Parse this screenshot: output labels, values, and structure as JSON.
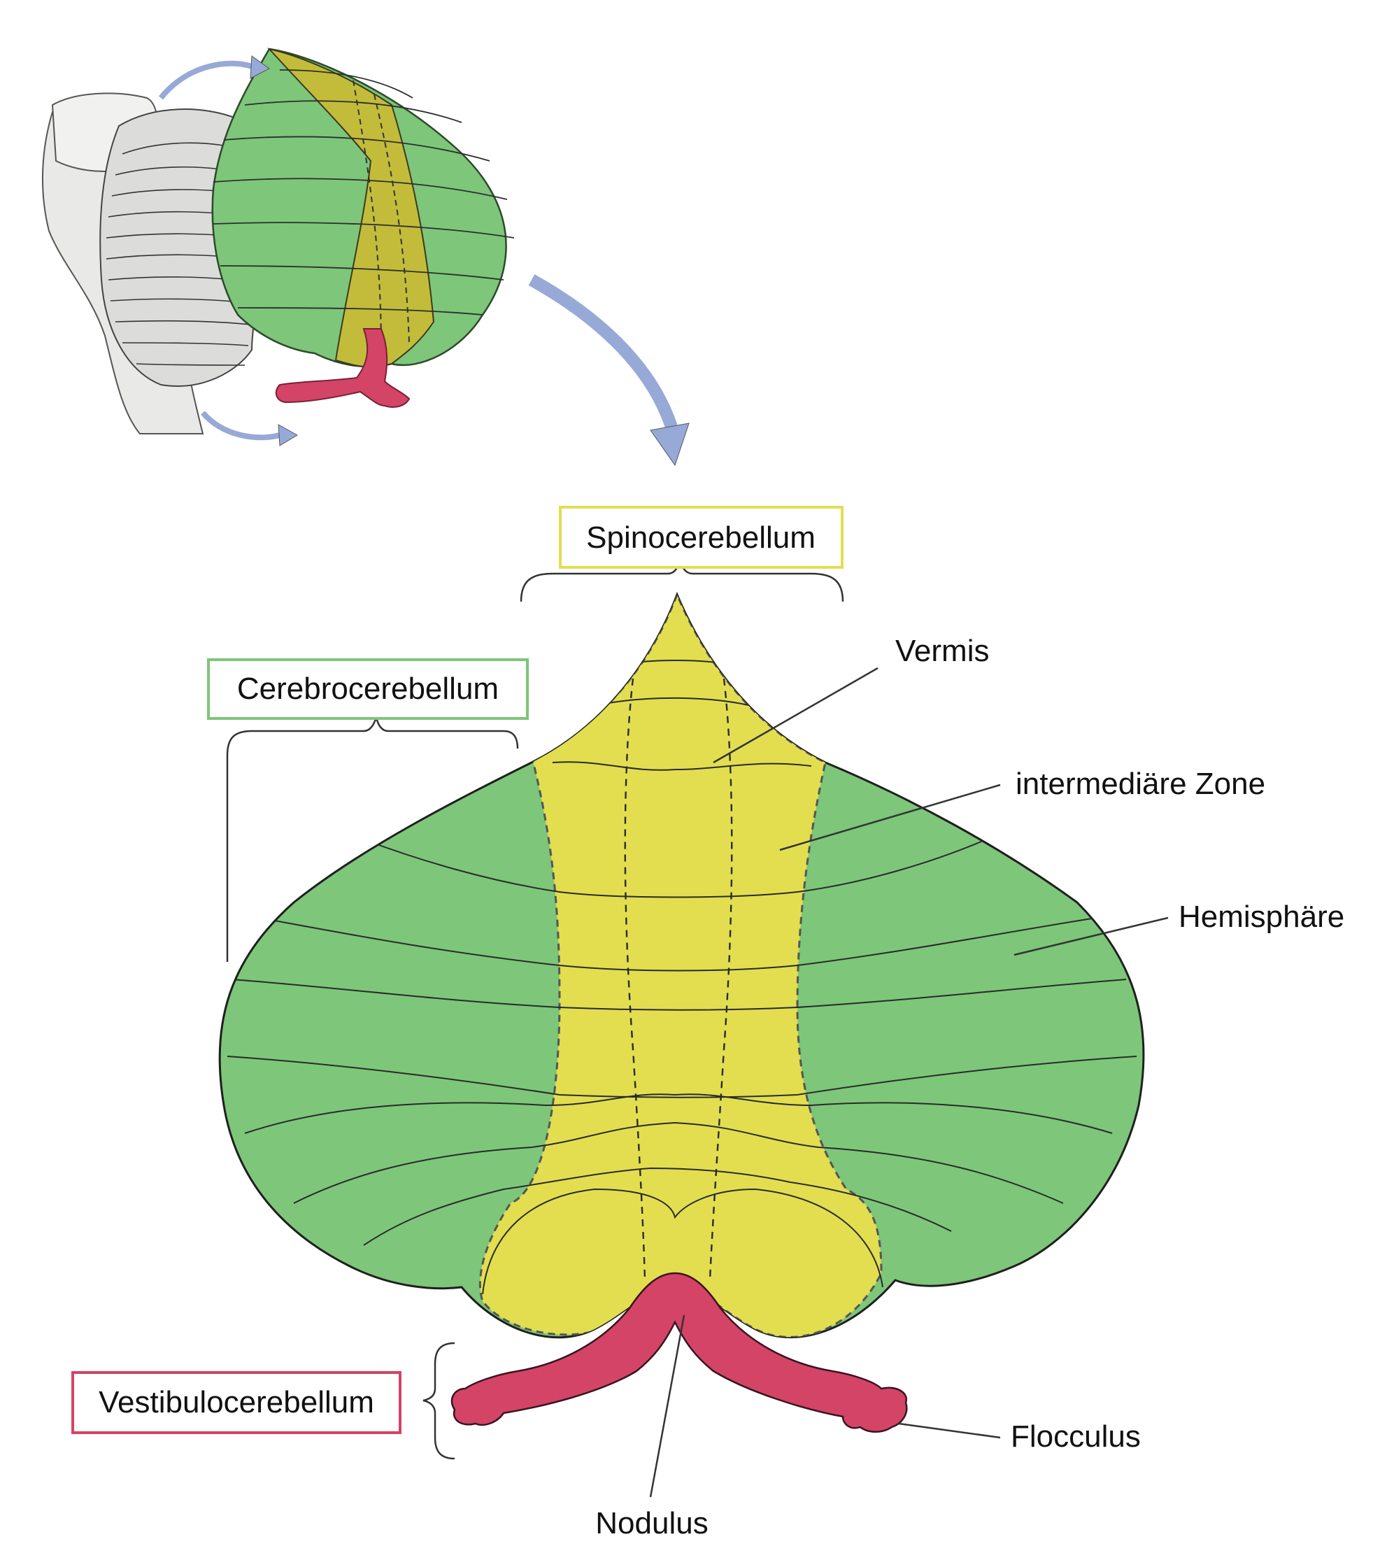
{
  "labels": {
    "spinocerebellum": "Spinocerebellum",
    "cerebrocerebellum": "Cerebrocerebellum",
    "vestibulocerebellum": "Vestibulocerebellum",
    "vermis": "Vermis",
    "intermediate_zone": "intermediäre Zone",
    "hemisphere": "Hemisphäre",
    "flocculus": "Flocculus",
    "nodulus": "Nodulus"
  },
  "colors": {
    "hemisphere_green": "#7dc67a",
    "spino_yellow": "#e2de50",
    "vestibulo_red": "#d34466",
    "arrow_blue": "#97a9d6",
    "spino_box": "#e2de50",
    "cerebro_box": "#7dc67a",
    "vestibulo_box": "#d34466"
  }
}
